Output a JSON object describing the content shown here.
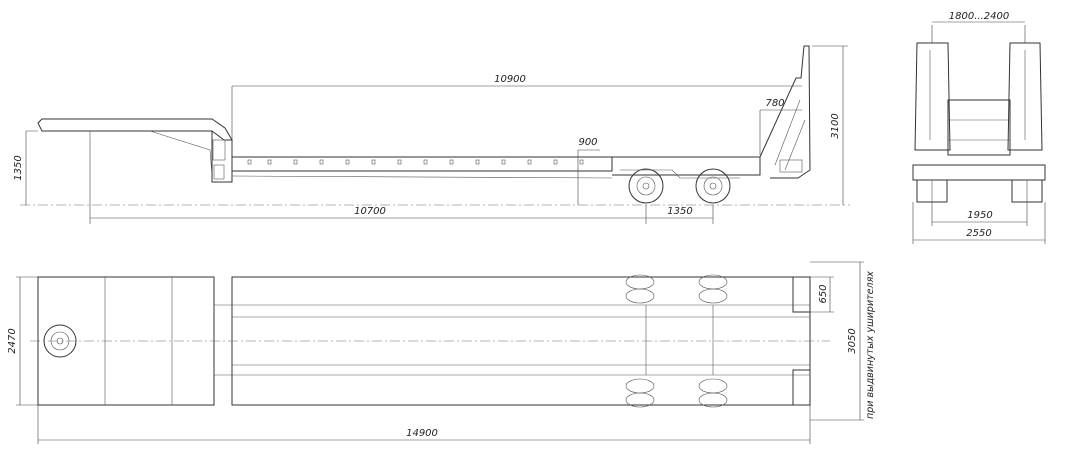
{
  "side_view": {
    "dim_overall_deck": "10900",
    "dim_gooseneck_to_axle": "10700",
    "dim_axle_spread": "1350",
    "dim_deck_height_rear": "900",
    "dim_ramp_offset": "780",
    "dim_ramp_height": "3100",
    "dim_coupling_height": "1350"
  },
  "rear_view": {
    "dim_ramp_spacing": "1800...2400",
    "dim_track": "1950",
    "dim_overall_width": "2550"
  },
  "top_view": {
    "dim_overall_length": "14900",
    "dim_gooseneck_width": "2470",
    "dim_ramp_width": "650",
    "dim_width_extended": "3050",
    "note_extended": "при выдвинутых уширителях"
  }
}
